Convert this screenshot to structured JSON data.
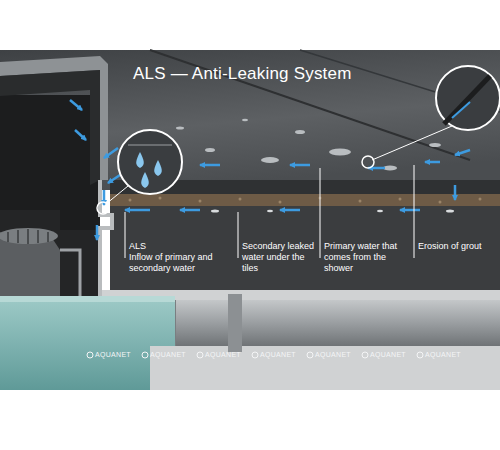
{
  "diagram": {
    "title": "ALS — Anti-Leaking System",
    "labels": [
      "ALS",
      "Inflow of primary and secondary water",
      "Secondary leaked water under the tiles",
      "Primary water that comes from the shower",
      "Erosion of grout",
      "AQUANET",
      "AQUANET",
      "AQUANET",
      "AQUANET",
      "AQUANET",
      "AQUANET",
      "AQUANET"
    ]
  }
}
